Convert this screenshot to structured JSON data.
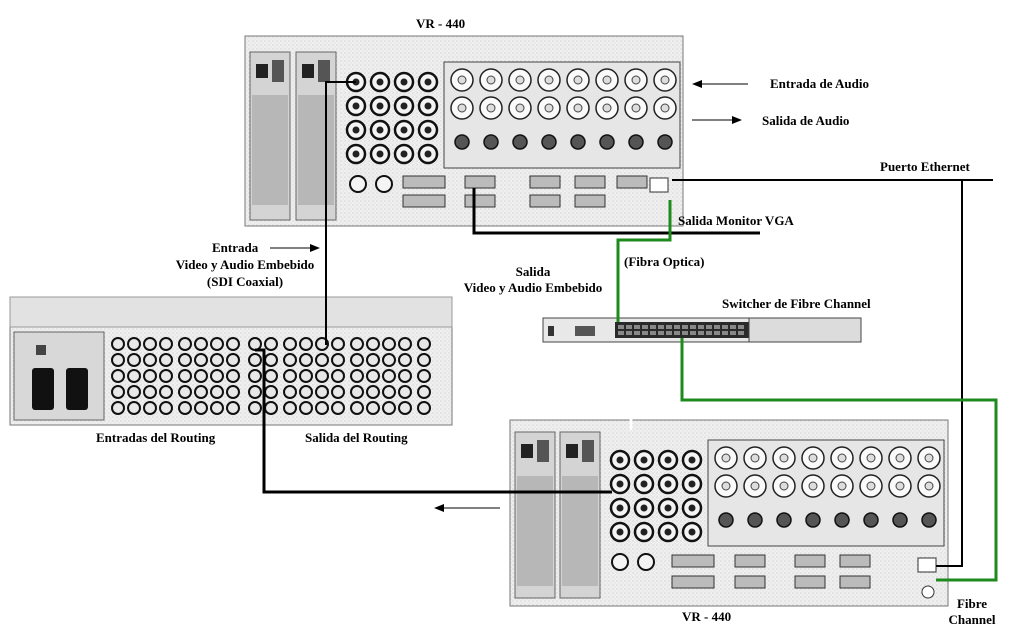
{
  "labels": {
    "top_device": "VR - 440",
    "bottom_device": "VR - 440",
    "entrada_audio": "Entrada de Audio",
    "salida_audio": "Salida de Audio",
    "puerto_ethernet": "Puerto Ethernet",
    "salida_vga": "Salida Monitor VGA",
    "entrada_line1": "Entrada",
    "entrada_line2": "Video y Audio Embebido",
    "entrada_line3": "(SDI Coaxial)",
    "fibra": "(Fibra Optica)",
    "salida_line1": "Salida",
    "salida_line2": "Video y Audio Embebido",
    "switcher": "Switcher de Fibre Channel",
    "routing_in": "Entradas del Routing",
    "routing_out": "Salida del Routing",
    "fibre_channel_1": "Fibre",
    "fibre_channel_2": "Channel"
  },
  "colors": {
    "fiber": "#1e8a1e",
    "cable": "#000000",
    "panel": "#ececec",
    "panel_dark": "#8a8a8a"
  }
}
